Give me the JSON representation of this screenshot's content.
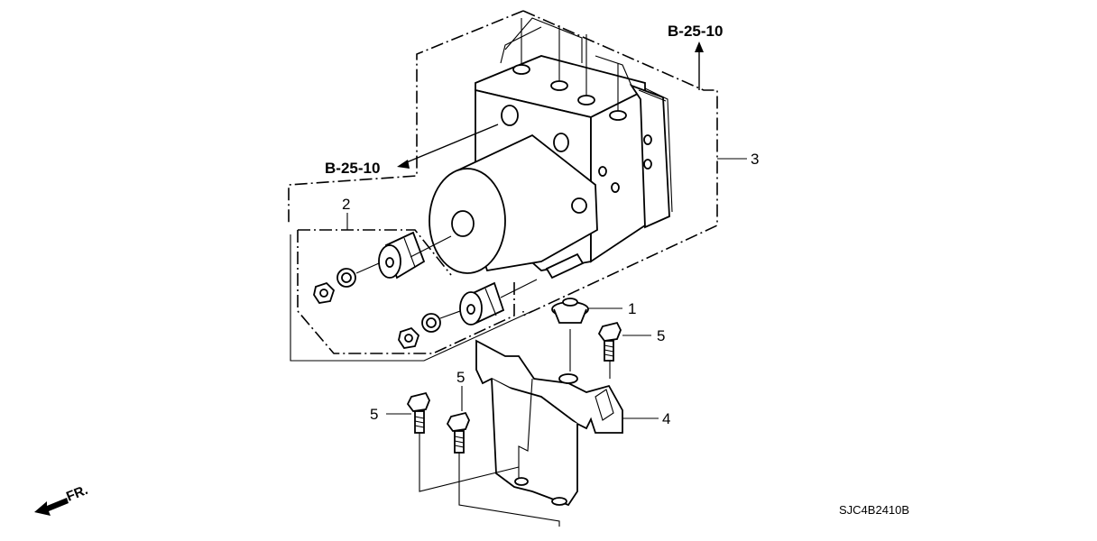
{
  "callouts": {
    "part_1": "1",
    "part_2": "2",
    "part_3": "3",
    "part_4": "4",
    "part_5_a": "5",
    "part_5_b": "5",
    "part_5_c": "5"
  },
  "references": {
    "ref_top": "B-25-10",
    "ref_left": "B-25-10"
  },
  "front_indicator": "FR.",
  "diagram_code": "SJC4B2410B",
  "icons": [
    "front-arrow-icon"
  ]
}
